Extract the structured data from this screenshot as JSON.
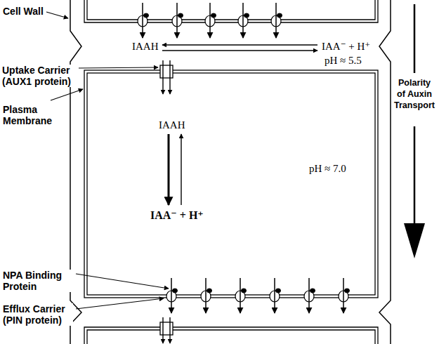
{
  "diagram": {
    "nodes": [
      {
        "text": [
          "IAAH",
          "pH ≈ 7.0",
          "IAA⁻ + H⁺"
        ]
      }
    ],
    "labels": [
      "Cell Wall",
      "IAAH",
      "IAA⁻ + H⁺",
      "pH ≈ 5.5",
      "Uptake Carrier (AUX1 protein)",
      "Plasma Membrane",
      "Polarity of Auxin Transport",
      "NPA Binding Protein",
      "Efflux Carrier (PIN protein)"
    ]
  }
}
